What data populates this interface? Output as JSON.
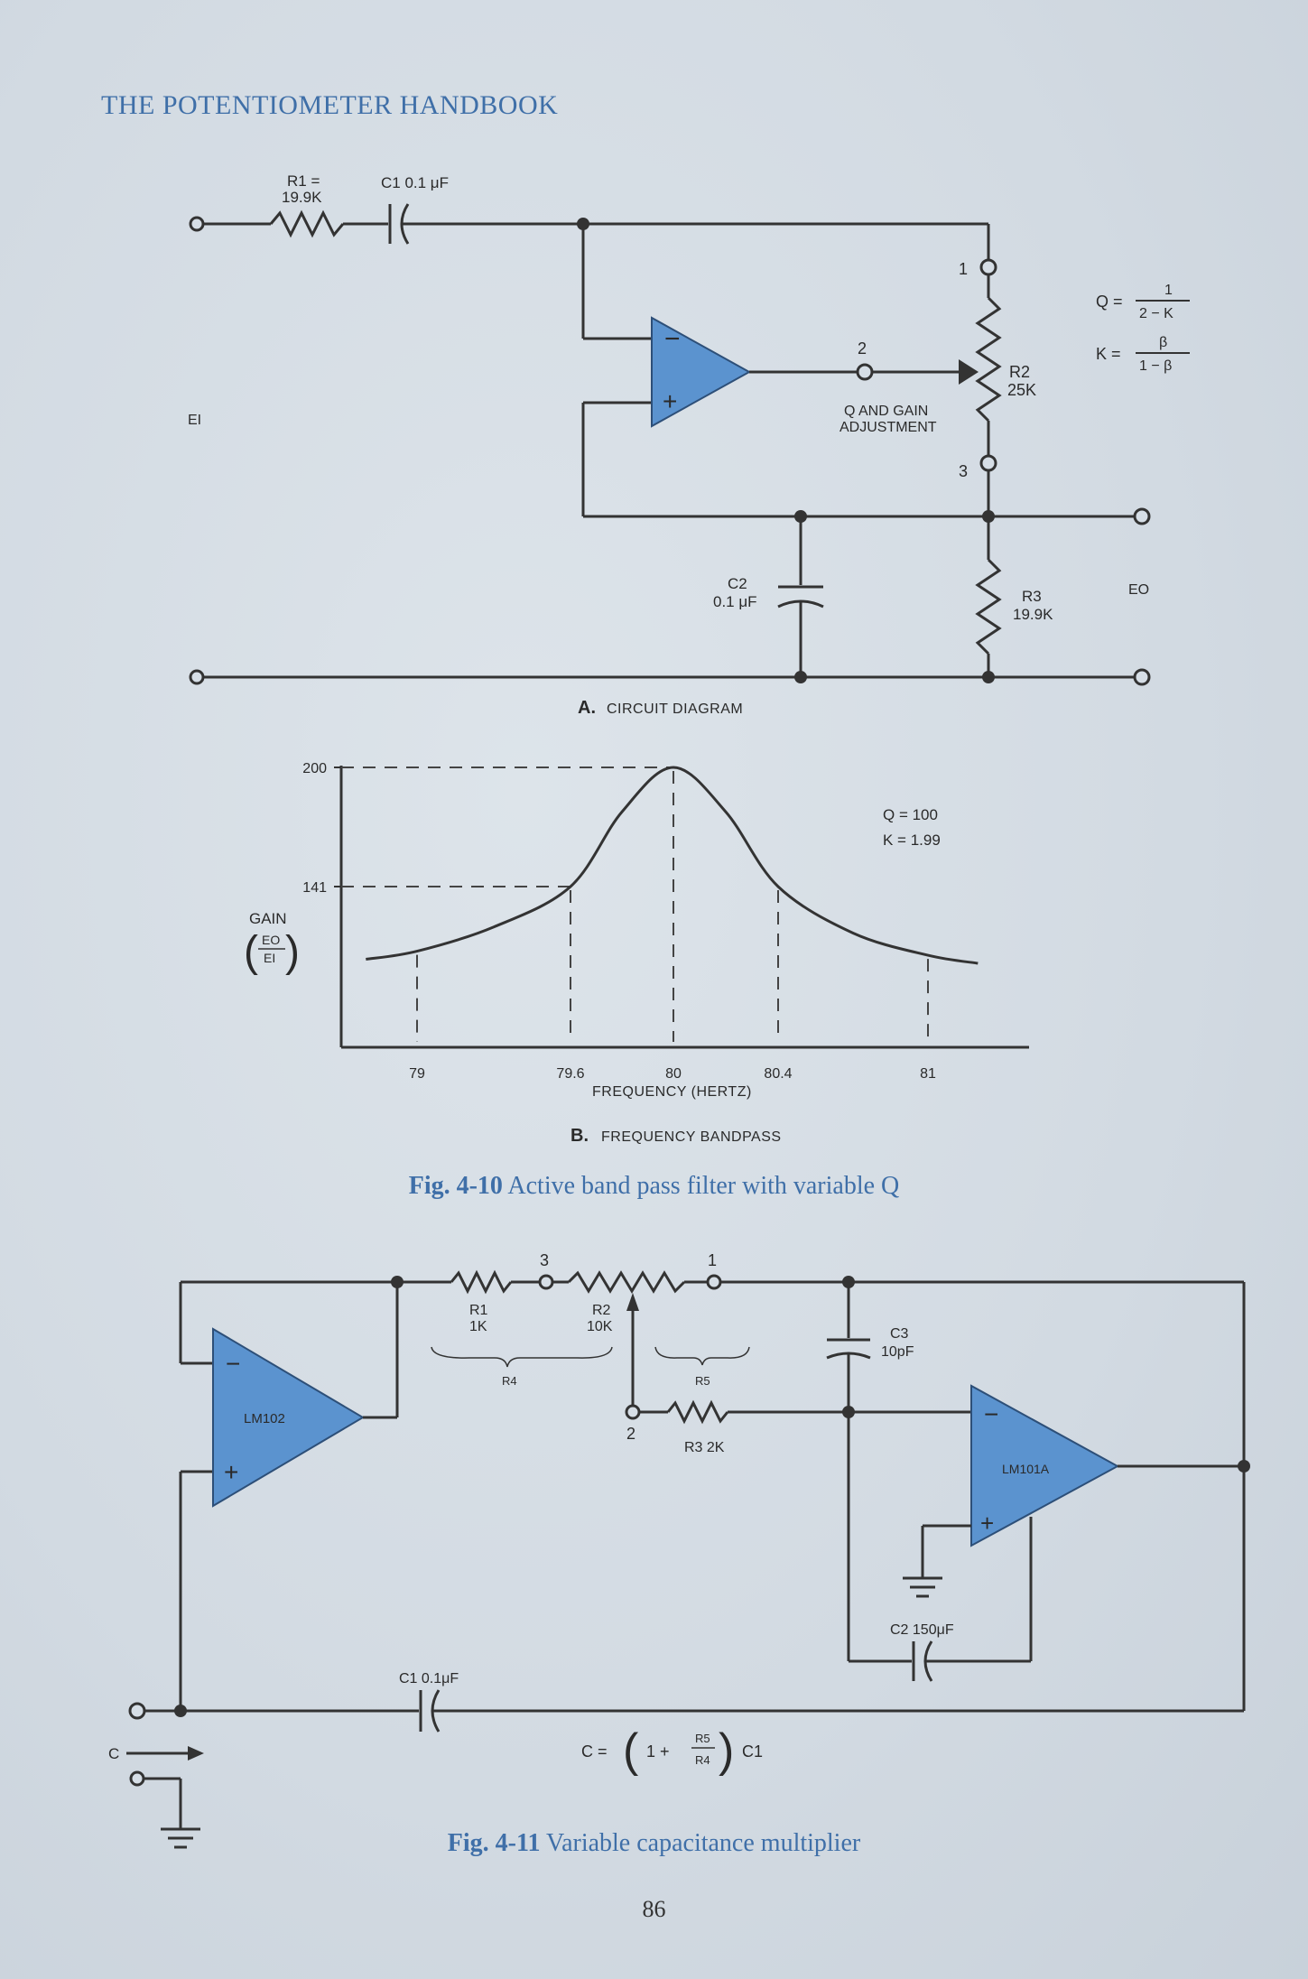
{
  "running_head": "THE POTENTIOMETER HANDBOOK",
  "fig1": {
    "r1_label": "R1 =",
    "r1_value": "19.9K",
    "c1_label": "C1 0.1 μF",
    "ei_label": "EI",
    "eo_label": "EO",
    "pin1": "1",
    "pin2": "2",
    "pin3": "3",
    "r2_label": "R2",
    "r2_value": "25K",
    "adjust_line1": "Q AND GAIN",
    "adjust_line2": "ADJUSTMENT",
    "c2_label": "C2",
    "c2_value": "0.1 μF",
    "r3_label": "R3",
    "r3_value": "19.9K",
    "q_formula_lhs": "Q =",
    "q_formula_num": "1",
    "q_formula_den": "2 − K",
    "k_formula_lhs": "K =",
    "k_formula_num": "β",
    "k_formula_den": "1 − β",
    "sub_a_letter": "A.",
    "sub_a_title": "CIRCUIT DIAGRAM"
  },
  "chart_data": {
    "type": "line",
    "x_ticks": [
      "79",
      "79.6",
      "80",
      "80.4",
      "81"
    ],
    "y_ticks": [
      "200",
      "141"
    ],
    "x": [
      78.8,
      79,
      79.3,
      79.6,
      79.8,
      80,
      80.2,
      80.4,
      80.7,
      81,
      81.2
    ],
    "y": [
      105,
      109,
      121,
      141,
      178,
      200,
      178,
      141,
      118,
      107,
      103
    ],
    "ylabel": "GAIN",
    "ylabel_num": "EO",
    "ylabel_den": "EI",
    "xlabel": "FREQUENCY (HERTZ)",
    "annotation_q": "Q = 100",
    "annotation_k": "K = 1.99",
    "sub_b_letter": "B.",
    "sub_b_title": "FREQUENCY BANDPASS"
  },
  "caption1": {
    "fig": "Fig. 4-10",
    "text": "Active band pass filter with variable Q"
  },
  "fig2": {
    "opamp1": "LM102",
    "opamp2": "LM101A",
    "pin3": "3",
    "pin1": "1",
    "pin2": "2",
    "r1_label": "R1",
    "r1_value": "1K",
    "r2_label": "R2",
    "r2_value": "10K",
    "r4_label": "R4",
    "r5_label": "R5",
    "r3_label": "R3 2K",
    "c3_label": "C3",
    "c3_value": "10pF",
    "c2_label": "C2 150μF",
    "c1_label": "C1 0.1μF",
    "c_label": "C",
    "minus": "−",
    "plus": "+",
    "formula_lhs": "C =",
    "formula_one": "1 +",
    "formula_num": "R5",
    "formula_den": "R4",
    "formula_c1": "C1"
  },
  "caption2": {
    "fig": "Fig. 4-11",
    "text": "Variable capacitance multiplier"
  },
  "page_number": "86"
}
